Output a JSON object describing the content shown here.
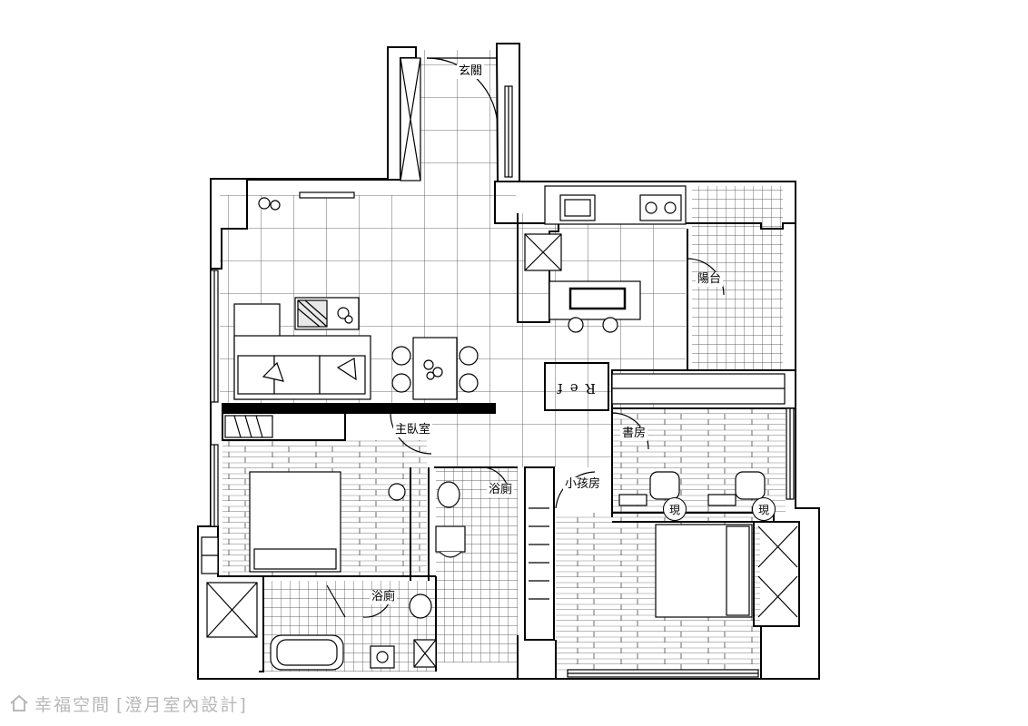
{
  "rooms": {
    "entrance": "玄關",
    "balcony": "陽台",
    "master_bedroom": "主臥室",
    "bathroom_1": "浴廁",
    "bathroom_2": "浴廁",
    "study": "書房",
    "kids_room": "小孩房"
  },
  "appliances": {
    "fridge": [
      "R",
      "e",
      "f"
    ],
    "existing_mark": "現"
  },
  "footer": {
    "brand": "幸福空間",
    "designer": "[澄月室內設計]"
  },
  "colors": {
    "line": "#000000",
    "watermark": "#b8b8b8"
  }
}
